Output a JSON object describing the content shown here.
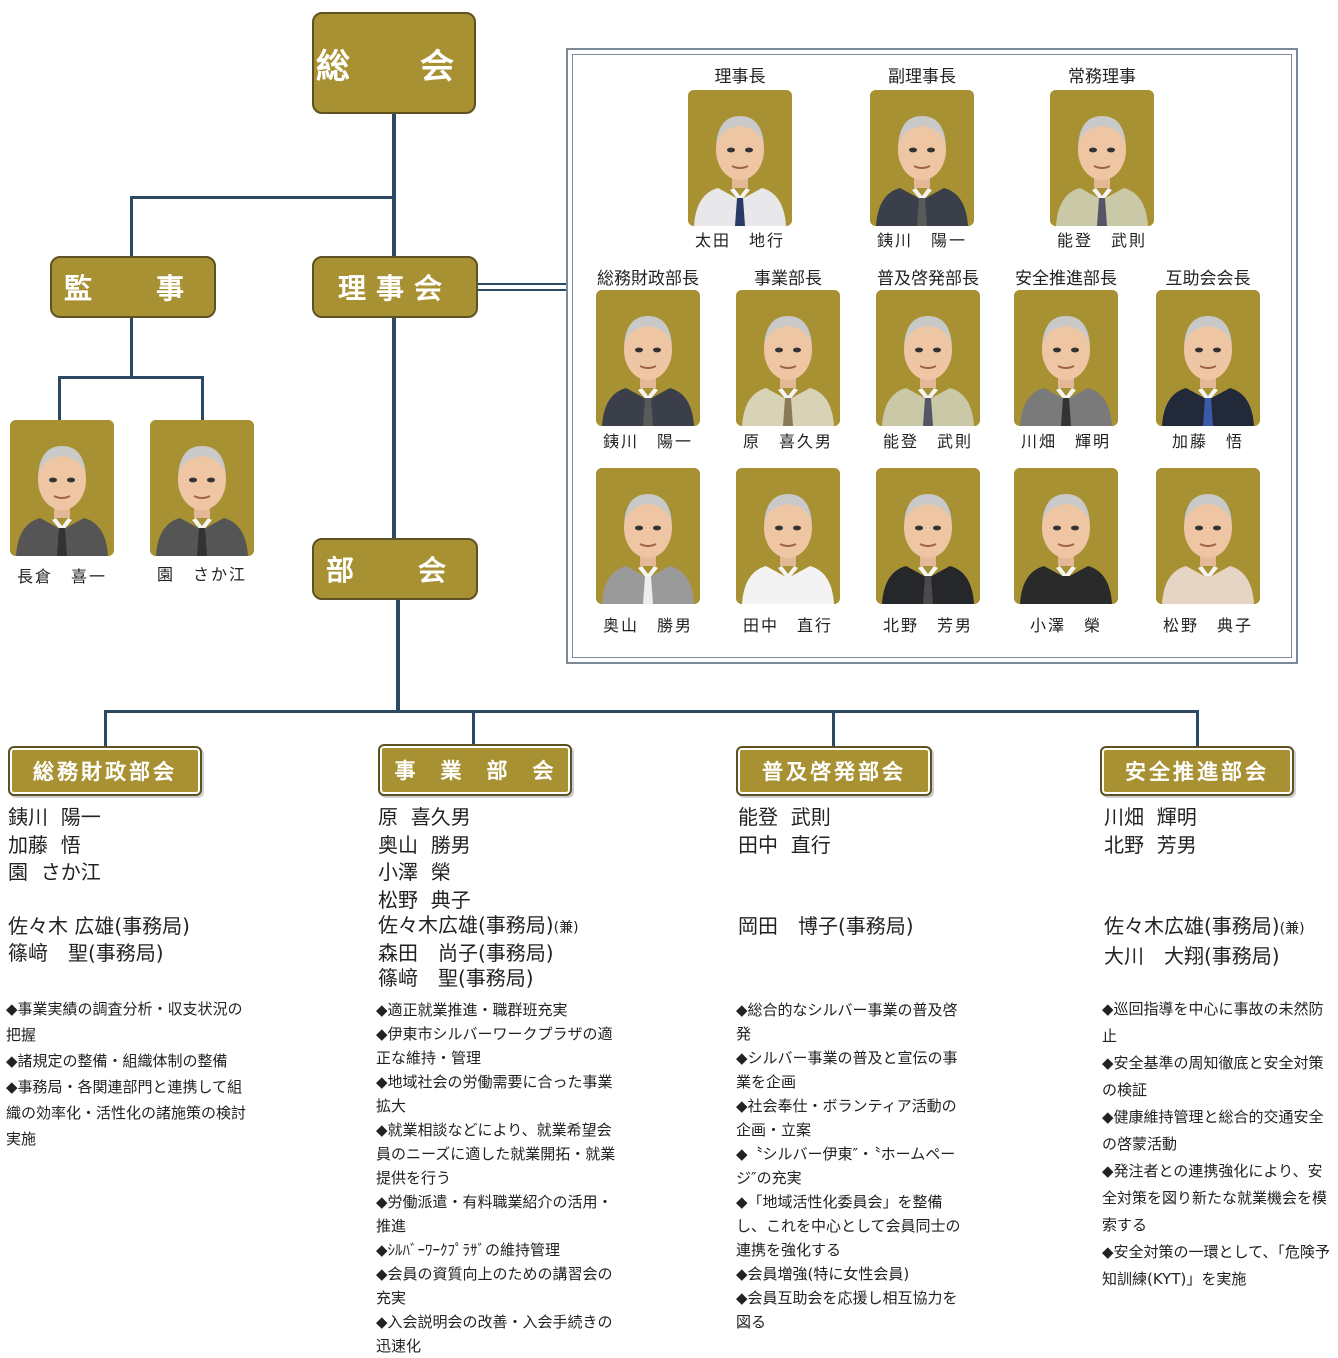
{
  "top": {
    "general_meeting": "総　会",
    "auditors": "監　事",
    "board": "理事会",
    "divisions": "部　会"
  },
  "auditors": [
    {
      "name": "長倉　喜一",
      "shirt": "#e6eaf0"
    },
    {
      "name": "園　さか江",
      "shirt": "#f4f4f4"
    }
  ],
  "executives": [
    {
      "role": "理事長",
      "name": "太田　地行",
      "suit": "#e8e8ea",
      "tie": "#2a3a66"
    },
    {
      "role": "副理事長",
      "name": "銕川　陽一",
      "suit": "#3a3f4a",
      "tie": "#5a5a5a"
    },
    {
      "role": "常務理事",
      "name": "能登　武則",
      "suit": "#c9c9a8",
      "tie": "#556"
    }
  ],
  "heads": [
    {
      "role": "総務財政部長",
      "name": "銕川　陽一",
      "suit": "#3a3f4a",
      "tie": "#5a5a5a"
    },
    {
      "role": "事業部長",
      "name": "原　喜久男",
      "suit": "#d8d2b6",
      "tie": "#8a7a55"
    },
    {
      "role": "普及啓発部長",
      "name": "能登　武則",
      "suit": "#c9c9a8",
      "tie": "#556"
    },
    {
      "role": "安全推進部長",
      "name": "川畑　輝明",
      "suit": "#7a7a7a",
      "tie": "#333"
    },
    {
      "role": "互助会会長",
      "name": "加藤　悟",
      "suit": "#222a3a",
      "tie": "#3a5aa8"
    }
  ],
  "members": [
    {
      "name": "奥山　勝男",
      "suit": "#9a9a9a",
      "tie": "#eeeeee"
    },
    {
      "name": "田中　直行",
      "suit": "#f3f3f3",
      "tie": "#f3f3f3"
    },
    {
      "name": "北野　芳男",
      "suit": "#26272b",
      "tie": "#4a4a4a"
    },
    {
      "name": "小澤　榮",
      "suit": "#2a2a2a",
      "tie": "#2a2a2a"
    },
    {
      "name": "松野　典子",
      "suit": "#e6d4c4",
      "tie": "#e6d4c4"
    }
  ],
  "departments": [
    {
      "title": "総務財政部会",
      "members": "銕川  陽一\n加藤  悟\n園  さか江",
      "staff": [
        {
          "text": "佐々木 広雄(事務局)",
          "note": ""
        },
        {
          "text": "篠﨑　聖(事務局)",
          "note": ""
        }
      ],
      "tasks": [
        "◆事業実績の調査分析・収支状況の把握",
        "◆諸規定の整備・組織体制の整備",
        "◆事務局・各関連部門と連携して組織の効率化・活性化の諸施策の検討実施"
      ]
    },
    {
      "title": "事　業　部　会",
      "members": "原  喜久男\n奥山  勝男\n小澤  榮\n松野  典子",
      "staff": [
        {
          "text": "佐々木広雄(事務局)",
          "note": "(兼)"
        },
        {
          "text": "森田　尚子(事務局)",
          "note": ""
        },
        {
          "text": "篠﨑　聖(事務局)",
          "note": ""
        }
      ],
      "tasks": [
        "◆適正就業推進・職群班充実",
        "◆伊東市シルバーワークプラザの適正な維持・管理",
        "◆地域社会の労働需要に合った事業拡大",
        "◆就業相談などにより、就業希望会員のニーズに適した就業開拓・就業提供を行う",
        "◆労働派遣・有料職業紹介の活用・推進",
        "◆ｼﾙﾊﾞｰﾜｰｸﾌﾟﾗｻﾞの維持管理",
        "◆会員の資質向上のための講習会の充実",
        "◆入会説明会の改善・入会手続きの迅速化"
      ]
    },
    {
      "title": "普及啓発部会",
      "members": "能登  武則\n田中  直行",
      "staff": [
        {
          "text": "岡田　博子(事務局)",
          "note": ""
        }
      ],
      "tasks": [
        "◆総合的なシルバー事業の普及啓発",
        "◆シルバー事業の普及と宣伝の事業を企画",
        "◆社会奉仕・ボランティア活動の企画・立案",
        "◆〝シルバー伊東″・〝ホームページ″の充実",
        "◆「地域活性化委員会」を整備し、これを中心として会員同士の連携を強化する",
        "◆会員増強(特に女性会員)",
        "◆会員互助会を応援し相互協力を図る"
      ]
    },
    {
      "title": "安全推進部会",
      "members": "川畑  輝明\n北野  芳男",
      "staff": [
        {
          "text": "佐々木広雄(事務局)",
          "note": "(兼)"
        },
        {
          "text": "大川　大翔(事務局)",
          "note": ""
        }
      ],
      "tasks": [
        "◆巡回指導を中心に事故の未然防止",
        "◆安全基準の周知徹底と安全対策の検証",
        "◆健康維持管理と総合的交通安全の啓蒙活動",
        "◆発注者との連携強化により、安全対策を図り新たな就業機会を模索する",
        "◆安全対策の一環として、「危険予知訓練(KYT)」を実施"
      ]
    }
  ]
}
